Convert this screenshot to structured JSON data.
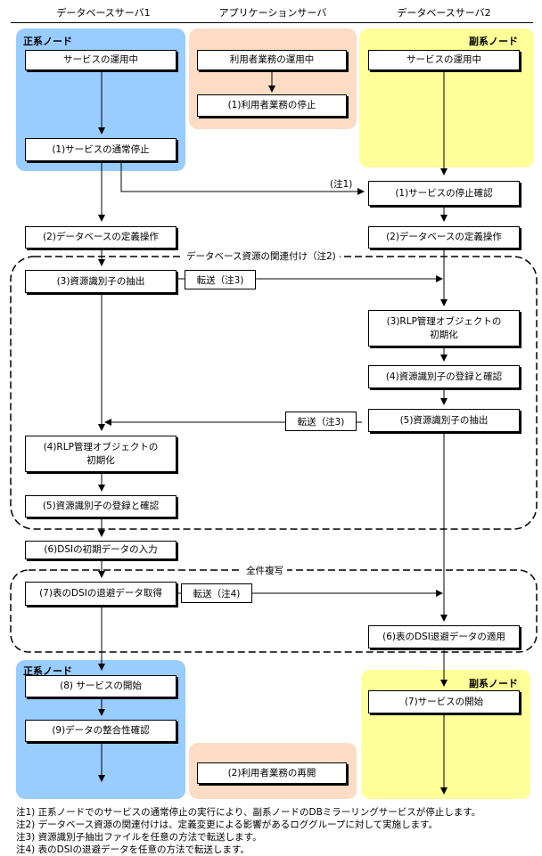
{
  "headers": {
    "db1": "データベースサーバ1",
    "app": "アプリケーションサーバ",
    "db2": "データベースサーバ2"
  },
  "nodes": {
    "primary_label": "正系ノード",
    "secondary_label": "副系ノード"
  },
  "steps": {
    "db1_running": "サービスの運用中",
    "app_running": "利用者業務の運用中",
    "app_stop": "(1)利用者業務の停止",
    "db2_running": "サービスの運用中",
    "db1_normal_stop": "(1)サービスの通常停止",
    "db2_stop_confirm": "(1)サービスの停止確認",
    "db1_define": "(2)データベースの定義操作",
    "db2_define": "(2)データベースの定義操作",
    "db1_extract": "(3)資源識別子の抽出",
    "db2_rlp_init": "(3)RLP管理オブジェクトの\n初期化",
    "db2_register": "(4)資源識別子の登録と確認",
    "db2_extract": "(5)資源識別子の抽出",
    "db1_rlp_init": "(4)RLP管理オブジェクトの\n初期化",
    "db1_register": "(5)資源識別子の登録と確認",
    "db1_dsi_input": "(6)DSIの初期データの入力",
    "db1_dsi_backup": "(7)表のDSIの退避データ取得",
    "db2_dsi_apply": "(6)表のDSI退避データの適用",
    "db1_service_start": "(8) サービスの開始",
    "db1_integrity": "(9)データの整合性確認",
    "db2_service_start": "(7)サービスの開始",
    "app_resume": "(2)利用者業務の再開"
  },
  "labels": {
    "note1_ref": "(注1)",
    "resource_assoc": "データベース資源の関連付け（注2)",
    "transfer3_a": "転送（注3)",
    "transfer3_b": "転送（注3)",
    "full_copy": "全件複写",
    "transfer4": "転送（注4)"
  },
  "notes": [
    "注1) 正系ノードでのサービスの通常停止の実行により、副系ノードのDBミラーリングサービスが停止します。",
    "注2) データベース資源の関連付けは、定義変更による影響があるロググループに対して実施します。",
    "注3) 資源識別子抽出ファイルを任意の方法で転送します。",
    "注4) 表のDSIの退避データを任意の方法で転送します。"
  ],
  "colors": {
    "primary_zone": "#99ccff",
    "app_zone": "#fcdcc4",
    "secondary_zone": "#ffff99"
  }
}
